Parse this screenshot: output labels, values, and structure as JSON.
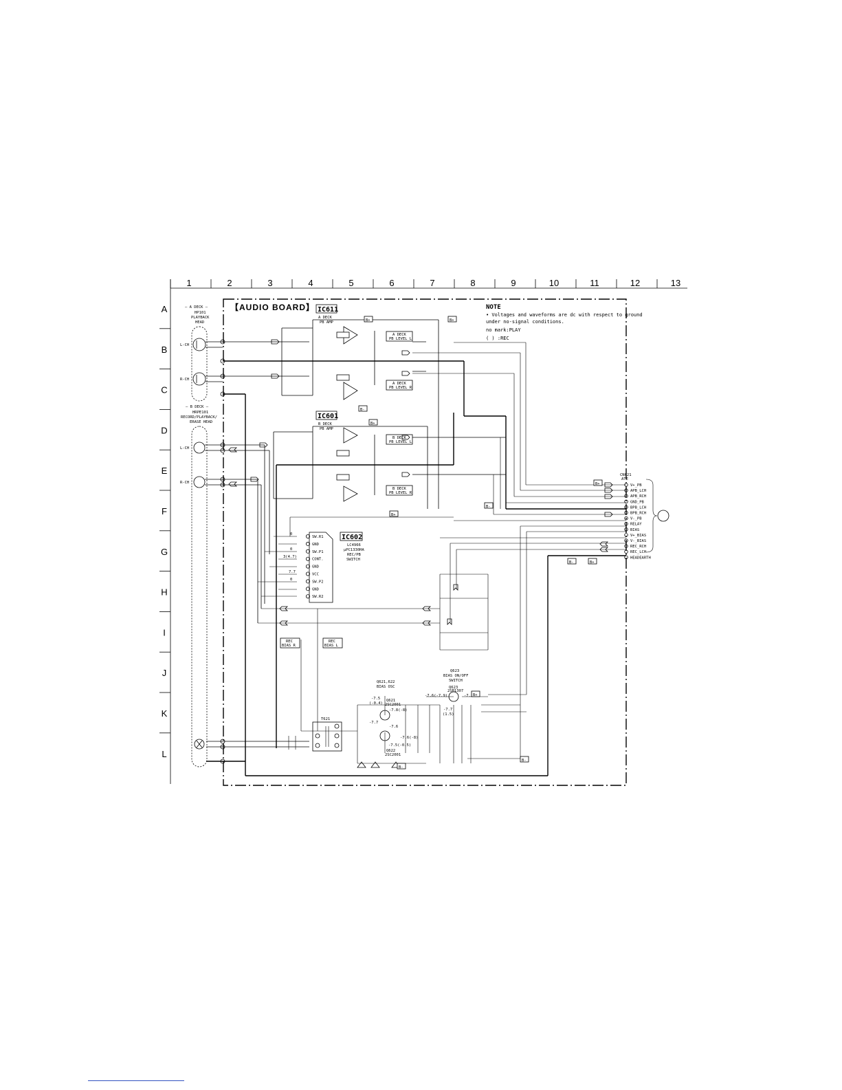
{
  "grid": {
    "columns": [
      "1",
      "2",
      "3",
      "4",
      "5",
      "6",
      "7",
      "8",
      "9",
      "10",
      "11",
      "12",
      "13"
    ],
    "rows": [
      "A",
      "B",
      "C",
      "D",
      "E",
      "F",
      "G",
      "H",
      "I",
      "J",
      "K",
      "L"
    ]
  },
  "board_title": "【AUDIO BOARD】",
  "note": {
    "title": "NOTE",
    "lines": [
      "• Voltages and waveforms are dc with respect to ground",
      "  under no-signal conditions.",
      "  no mark:PLAY",
      "  (    ) :REC"
    ]
  },
  "heads": {
    "a_deck": [
      "— A DECK —",
      "HP101",
      "PLAYBACK",
      "HEAD"
    ],
    "b_deck": [
      "— B DECK —",
      "HRPE101",
      "RECORD/PLAYBACK/",
      "ERASE HEAD"
    ],
    "lch": "L-CH",
    "rch": "R-CH"
  },
  "ics": {
    "ic611": {
      "name": "IC611",
      "sub": [
        "A DECK",
        "PB AMP"
      ]
    },
    "ic601": {
      "name": "IC601",
      "sub": [
        "B DECK",
        "PB AMP"
      ]
    },
    "ic602": {
      "name": "IC602",
      "sub": [
        "LC4966",
        "μPC1330HA",
        "REC/PB",
        "SWITCH"
      ]
    }
  },
  "level_boxes": [
    [
      "A DECK",
      "PB LEVEL L"
    ],
    [
      "A DECK",
      "PB LEVEL R"
    ],
    [
      "B DECK",
      "PB LEVEL L"
    ],
    [
      "B DECK",
      "PB LEVEL R"
    ]
  ],
  "bias_boxes": [
    [
      "REC",
      "BIAS R"
    ],
    [
      "REC",
      "BIAS L"
    ]
  ],
  "ic602_pins": [
    "SW.R1",
    "GND",
    "SW.P1",
    "CONT.",
    "GND",
    "VCC",
    "SW.P2",
    "GND",
    "SW.R2"
  ],
  "ic602_volts": [
    "0",
    "0",
    "3(4.7)",
    "7.7",
    "0"
  ],
  "connector": {
    "ref": "CN621",
    "sub": "ATE",
    "pins": [
      "V+_PB",
      "APB_LCH",
      "APB_RCH",
      "GND_PB",
      "BPB_LCH",
      "BPB_RCH",
      "V-_PB",
      "RELAY",
      "BIAS",
      "V+_BIAS",
      "V-_BIAS",
      "REC_RCH",
      "REC_LCH",
      "HEADEARTH"
    ]
  },
  "bias": {
    "osc_label": [
      "Q621,622",
      "BIAS OSC"
    ],
    "switch_label": [
      "Q623",
      "BIAS ON/OFF",
      "SWITCH"
    ],
    "q623": [
      "Q623",
      "2SB1307"
    ],
    "q621": [
      "Q621",
      "2SC2001"
    ],
    "q622": [
      "Q622",
      "2SC2001"
    ],
    "transformer": "T621",
    "volts": [
      "-7.5",
      "(-0.4)",
      "-7.7",
      "-7.8(-8)",
      "-7.6",
      "-7.6(-8)",
      "-7.5(-0.5)",
      "-7.6(-7.9)",
      "-7.7",
      "(1.5)",
      "-7.2"
    ]
  },
  "tags": {
    "bplus": "B+",
    "bminus": "B-"
  },
  "circle_ref": ""
}
